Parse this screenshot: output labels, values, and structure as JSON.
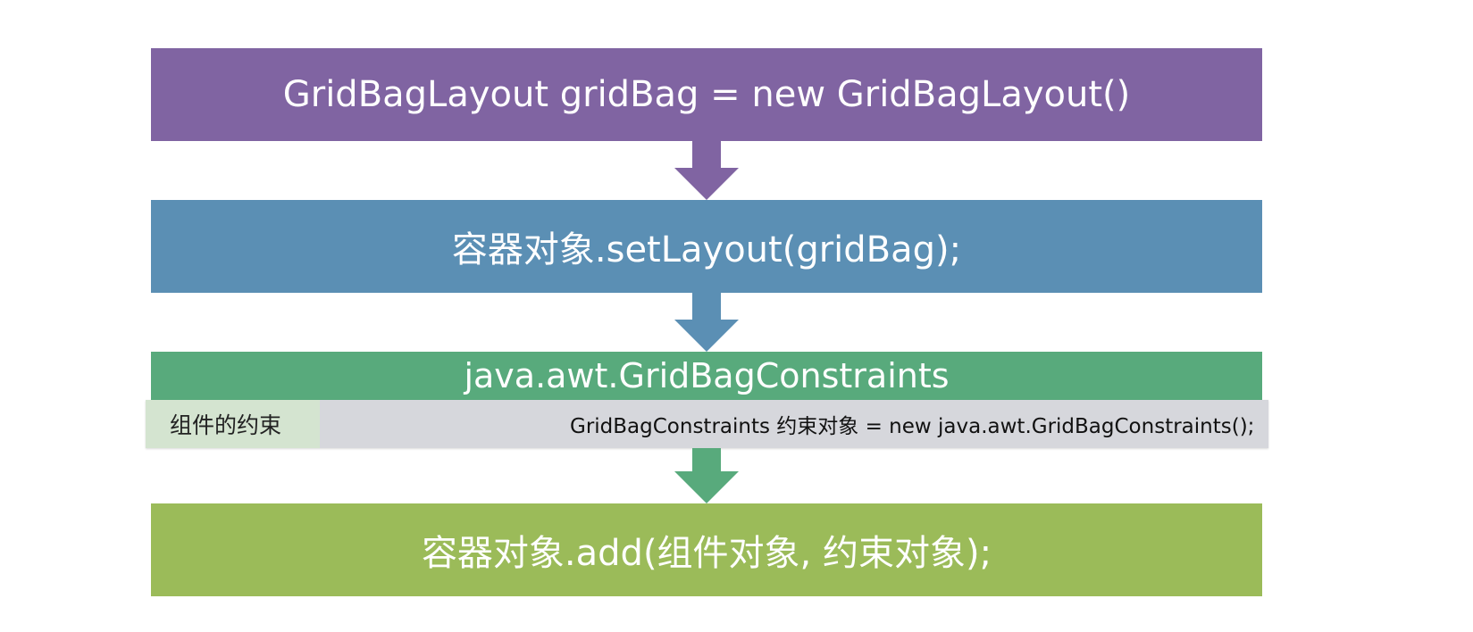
{
  "flow": {
    "step1": "GridBagLayout gridBag = new GridBagLayout()",
    "step2": "容器对象.setLayout(gridBag);",
    "step3_title": "java.awt.GridBagConstraints",
    "step3_label": "组件的约束",
    "step3_code": "GridBagConstraints 约束对象 = new java.awt.GridBagConstraints();",
    "step4": "容器对象.add(组件对象, 约束对象);"
  },
  "colors": {
    "step1": "#8064a2",
    "step2": "#5b8fb4",
    "step3": "#58aa7c",
    "step4": "#9bbb59",
    "row_bg": "#d6d7dc",
    "label_bg": "#d4e4d0"
  }
}
